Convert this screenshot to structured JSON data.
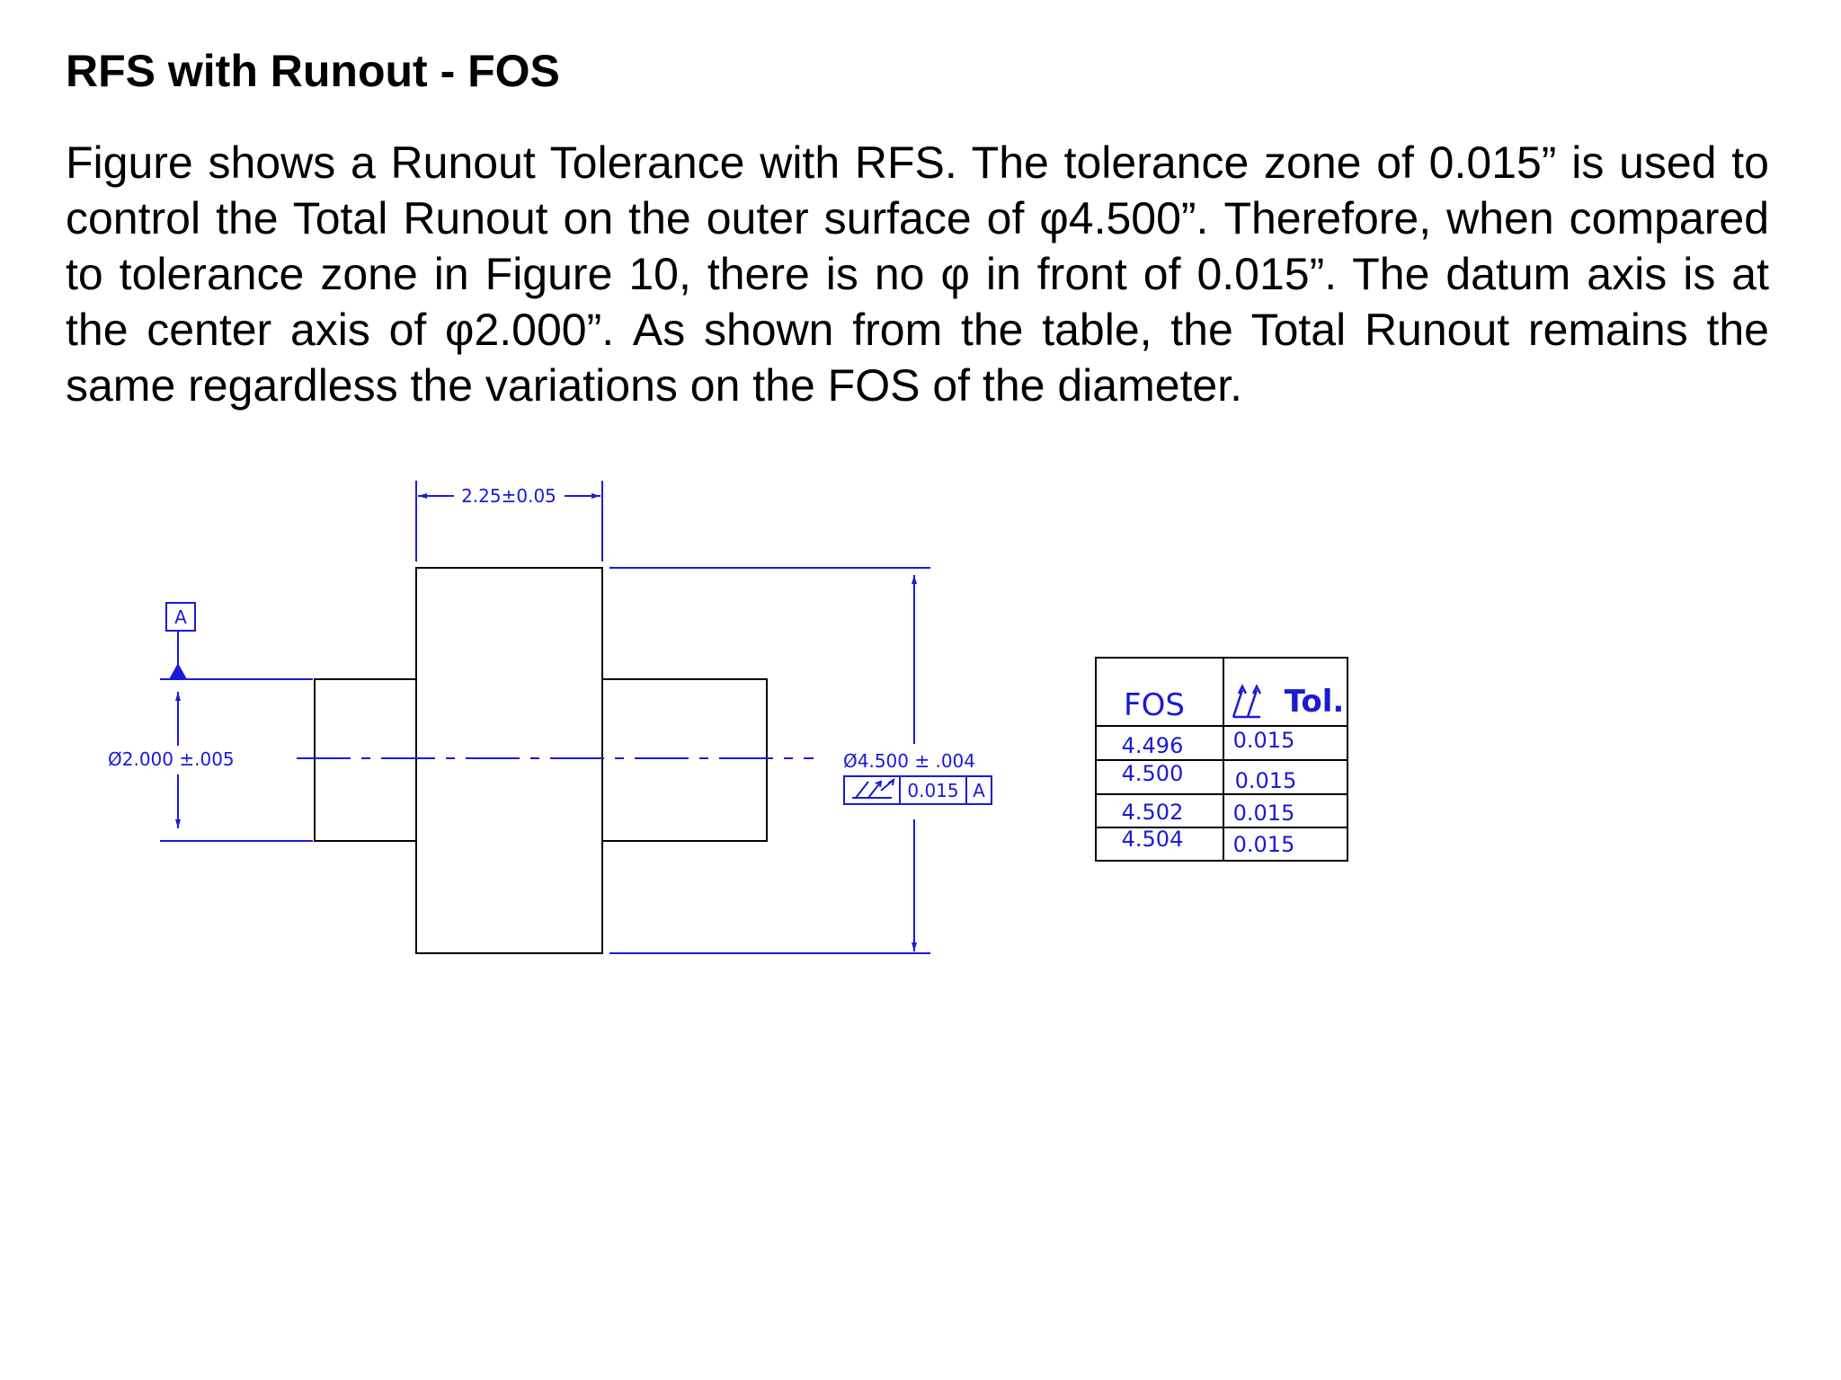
{
  "slide": {
    "title": "RFS with Runout - FOS",
    "paragraph": "Figure shows a Runout Tolerance with RFS. The tolerance zone of 0.015” is used to control the Total Runout on the outer surface of φ4.500”. Therefore, when compared to tolerance zone in Figure 10, there is no φ in front of 0.015”. The datum axis is at the center axis of φ2.000”. As shown from the table, the Total Runout remains the same regardless the variations on the FOS of the diameter."
  },
  "drawing": {
    "colors": {
      "dimension": "#1a1ad6",
      "part": "#000000"
    },
    "length_dim": "2.25±0.05",
    "datum_label": "A",
    "small_dia_dim": "Ø2.000 ±.005",
    "large_dia_dim": "Ø4.500 ± .004",
    "fcf": {
      "symbol": "total-runout-icon",
      "tolerance": "0.015",
      "datum": "A"
    }
  },
  "fos_table": {
    "headers": {
      "fos": "FOS",
      "tol": "Tol.",
      "tol_symbol": "total-runout-icon"
    },
    "rows": [
      {
        "fos": "4.496",
        "tol": "0.015"
      },
      {
        "fos": "4.500",
        "tol": "0.015"
      },
      {
        "fos": "4.502",
        "tol": "0.015"
      },
      {
        "fos": "4.504",
        "tol": "0.015"
      }
    ]
  }
}
